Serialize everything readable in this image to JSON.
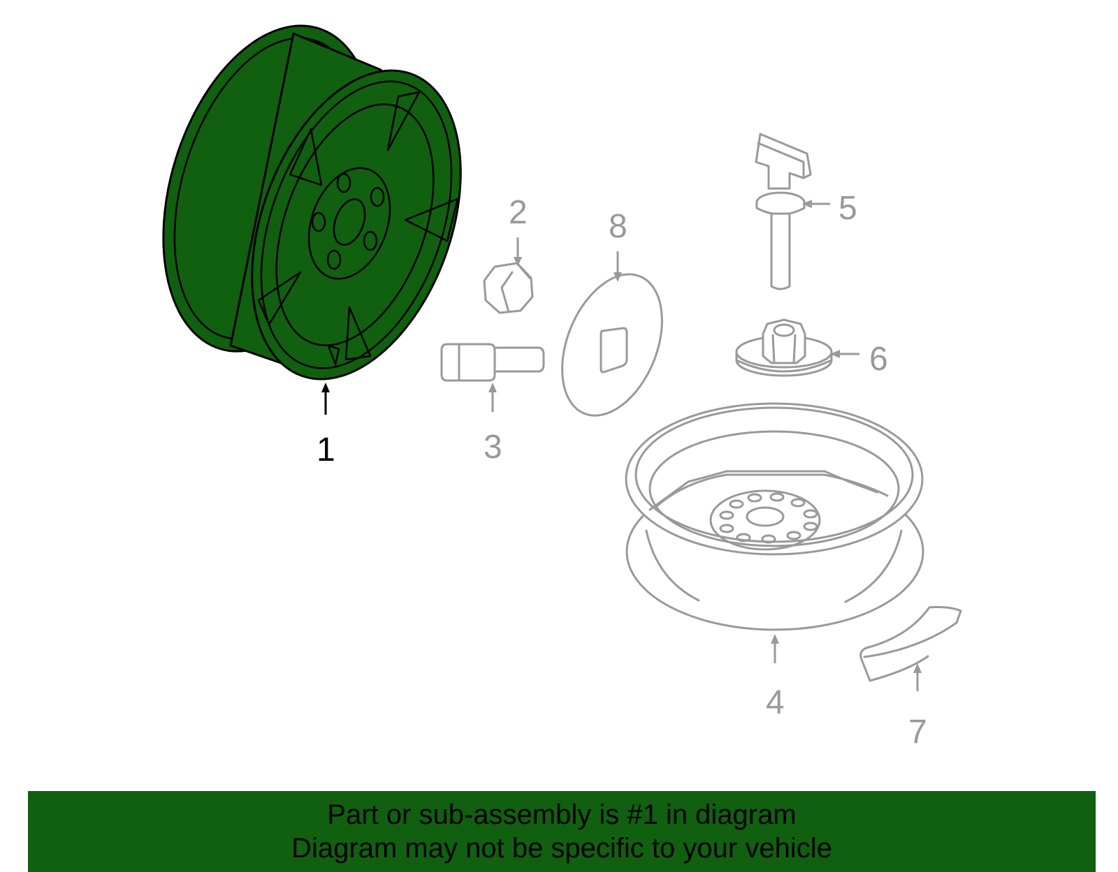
{
  "colors": {
    "highlight": "#106010",
    "inactive": "#999999",
    "active_text": "#000000",
    "banner_bg": "#106010"
  },
  "callouts": {
    "c1": "1",
    "c2": "2",
    "c3": "3",
    "c4": "4",
    "c5": "5",
    "c6": "6",
    "c7": "7",
    "c8": "8"
  },
  "banner": {
    "line1": "Part or sub-assembly is #1 in diagram",
    "line2": "Diagram may not be specific to your vehicle"
  }
}
